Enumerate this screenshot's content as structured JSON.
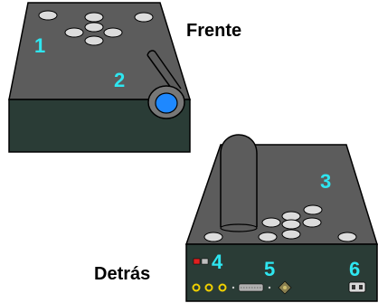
{
  "labels": {
    "front": "Frente",
    "back": "Detrás"
  },
  "numbers": [
    "1",
    "2",
    "3",
    "4",
    "5",
    "6"
  ],
  "colors": {
    "top_surface": "#5c5c5c",
    "front_face": "#2a3c36",
    "outline": "#000000",
    "button": "#dcdcdc",
    "number": "#2ee6f0",
    "knob_blue": "#1e88ff",
    "port_yellow": "#f0d000",
    "led_red": "#e02020",
    "led_gray": "#bfbfbf"
  },
  "icons": [
    "button-icon",
    "roller-knob-icon",
    "led-icon",
    "serial-port-icon",
    "jack-icon",
    "power-connector-icon"
  ]
}
